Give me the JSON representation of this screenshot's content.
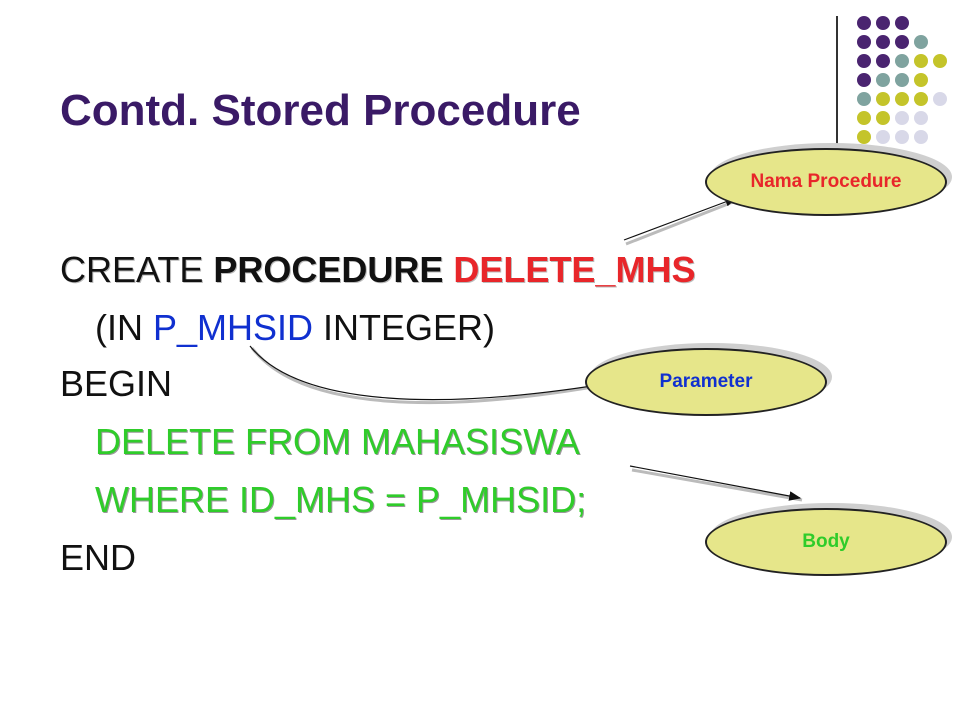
{
  "slide": {
    "title": "Contd. Stored Procedure",
    "code": {
      "line1": {
        "create": "CREATE",
        "procedure": "PROCEDURE",
        "name": "DELETE_MHS"
      },
      "line2": {
        "open": "(IN ",
        "param": "P_MHSID",
        "rest": " INTEGER)"
      },
      "line3": "BEGIN",
      "line4": "DELETE FROM MAHASISWA",
      "line5": "WHERE ID_MHS = P_MHSID;",
      "line6": "END"
    },
    "callouts": {
      "name": "Nama Procedure",
      "parameter": "Parameter",
      "body": "Body"
    }
  },
  "colors": {
    "title": "#3a1a66",
    "procedure_name": "#e8262a",
    "parameter": "#1030d0",
    "body_code": "#2fcc2a",
    "callout_fill": "#e6e68a",
    "callout_name_text": "#e8262a",
    "callout_parameter_text": "#1030d0",
    "callout_body_text": "#2fcc2a"
  }
}
